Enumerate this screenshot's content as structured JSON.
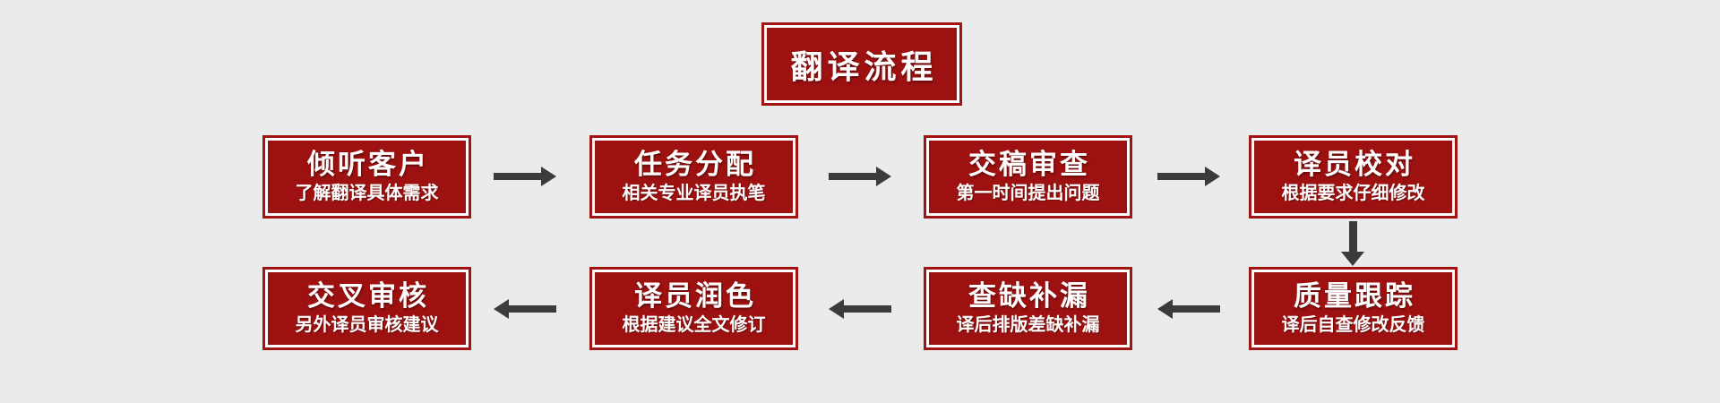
{
  "header": {
    "title": "翻译流程"
  },
  "flow": {
    "top_row": [
      {
        "title": "倾听客户",
        "subtitle": "了解翻译具体需求"
      },
      {
        "title": "任务分配",
        "subtitle": "相关专业译员执笔"
      },
      {
        "title": "交稿审查",
        "subtitle": "第一时间提出问题"
      },
      {
        "title": "译员校对",
        "subtitle": "根据要求仔细修改"
      }
    ],
    "bottom_row": [
      {
        "title": "交叉审核",
        "subtitle": "另外译员审核建议"
      },
      {
        "title": "译员润色",
        "subtitle": "根据建议全文修订"
      },
      {
        "title": "查缺补漏",
        "subtitle": "译后排版差缺补漏"
      },
      {
        "title": "质量跟踪",
        "subtitle": "译后自查修改反馈"
      }
    ]
  },
  "colors": {
    "background": "#ebebeb",
    "box_fill": "#9e1111",
    "box_outer_border": "#a21414",
    "box_inner_border": "#ffffff",
    "text": "#ffffff",
    "arrow": "#3b3b3b"
  }
}
